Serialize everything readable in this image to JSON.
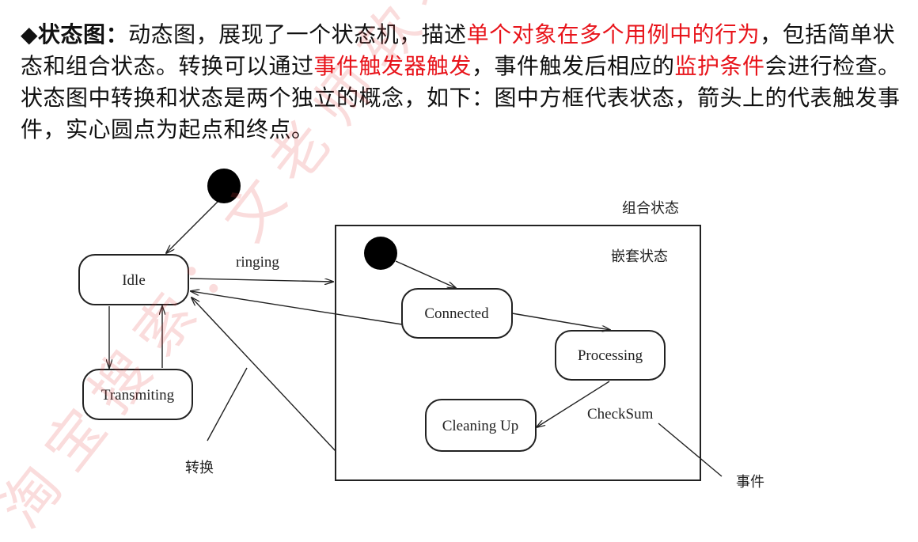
{
  "paragraph": {
    "bullet": "◆",
    "term": "状态图",
    "colon": "：",
    "s1": "动态图，展现了一个状态机，描述",
    "r1": "单个对象在多个用例中的行为",
    "s2": "，包括简单状态和组合状态。转换可以通过",
    "r2": "事件触发器触发",
    "s3": "，事件触发后相应的",
    "r3": "监护条件",
    "s4": "会进行检查。状态图中转换和状态是两个独立的概念，如下：图中方框代表状态，箭头上的代表触发事件，实心圆点为起点和终点。"
  },
  "diagram": {
    "states": {
      "idle": "Idle",
      "transmiting": "Transmiting",
      "connected": "Connected",
      "processing": "Processing",
      "cleaning_up": "Cleaning Up"
    },
    "labels": {
      "ringing": "ringing",
      "checksum": "CheckSum",
      "composite": "组合状态",
      "nested": "嵌套状态",
      "transition": "转换",
      "event": "事件"
    }
  },
  "watermark": "淘宝搜索：文老师软考"
}
